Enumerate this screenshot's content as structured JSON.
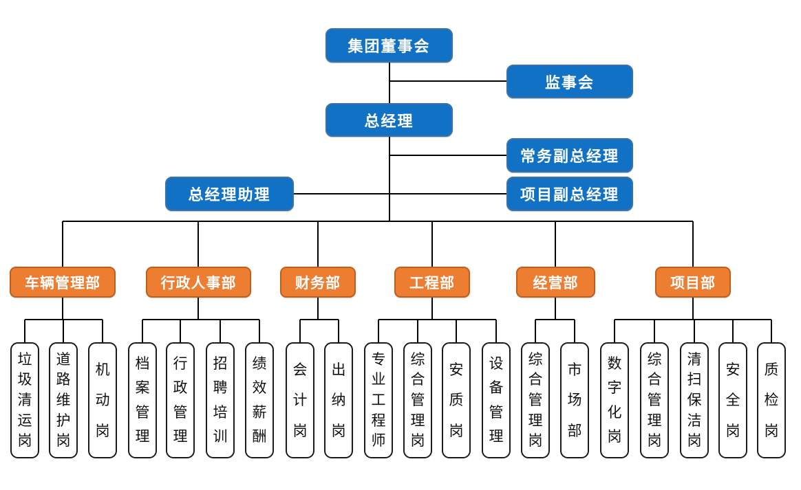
{
  "org": {
    "executives": [
      {
        "label": "集团董事会"
      },
      {
        "label": "监事会"
      },
      {
        "label": "总经理"
      },
      {
        "label": "常务副总经理"
      },
      {
        "label": "总经理助理"
      },
      {
        "label": "项目副总经理"
      }
    ],
    "departments": [
      {
        "label": "车辆管理部",
        "positions": [
          "垃圾清运岗",
          "道路维护岗",
          "机动岗"
        ]
      },
      {
        "label": "行政人事部",
        "positions": [
          "档案管理",
          "行政管理",
          "招聘培训",
          "绩效薪酬"
        ]
      },
      {
        "label": "财务部",
        "positions": [
          "会计岗",
          "出纳岗"
        ]
      },
      {
        "label": "工程部",
        "positions": [
          "专业工程师",
          "综合管理岗",
          "安质岗",
          "设备管理"
        ]
      },
      {
        "label": "经营部",
        "positions": [
          "综合管理岗",
          "市场部"
        ]
      },
      {
        "label": "项目部",
        "positions": [
          "数字化岗",
          "综合管理岗",
          "清扫保洁岗",
          "安全岗",
          "质检岗"
        ]
      }
    ],
    "colors": {
      "executive_fill": "#1171C5",
      "executive_border": "#3A72A8",
      "department_fill": "#ED7D31",
      "department_border": "#C05E1C",
      "position_fill": "#FFFFFF",
      "position_border": "#1A1A1A",
      "connector": "#000000",
      "text_on_color": "#FFFFFF",
      "position_text": "#111111"
    }
  }
}
